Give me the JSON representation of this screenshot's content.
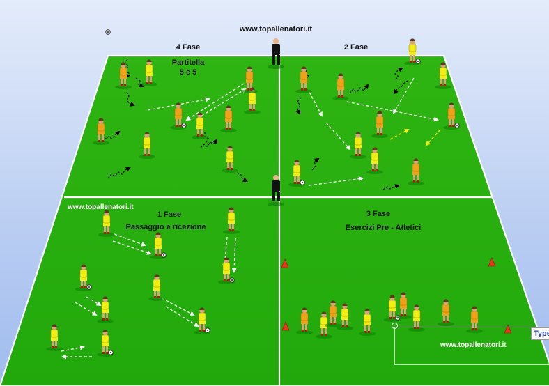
{
  "header": {
    "url": "www.topallenatori.it"
  },
  "phases": {
    "fase4": {
      "label": "4 Fase",
      "title_line1": "Partitella",
      "title_line2": "5 c 5"
    },
    "fase2": {
      "label": "2 Fase"
    },
    "fase1": {
      "label": "1 Fase",
      "title": "Passaggio e ricezione"
    },
    "fase3": {
      "label": "3 Fase",
      "title": "Esercizi Pre - Atletici"
    }
  },
  "watermarks": {
    "left": "www.topallenatori.it",
    "right": "www.topallenatori.it"
  },
  "tool": {
    "type_label": "Type"
  },
  "colors": {
    "field": "#2fb512",
    "field_dark": "#159a05",
    "line": "#ffffff",
    "player_yellow": "#f2ee14",
    "player_orange": "#f0a01a",
    "cone": "#e8361c",
    "referee": "#111111"
  }
}
